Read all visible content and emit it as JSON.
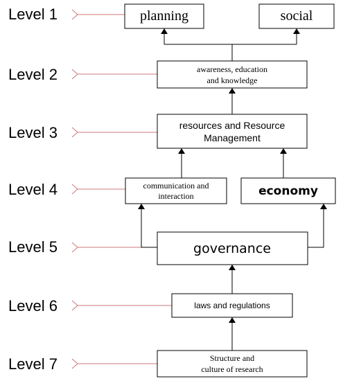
{
  "levels": [
    "Level 1",
    "Level 2",
    "Level 3",
    "Level 4",
    "Level 5",
    "Level 6",
    "Level 7"
  ],
  "nodes": {
    "planning": {
      "lines": [
        "planning"
      ]
    },
    "social": {
      "lines": [
        "social"
      ]
    },
    "awareness": {
      "lines": [
        "awareness, education",
        "and knowledge"
      ]
    },
    "resources": {
      "lines": [
        "resources and Resource",
        "Management"
      ]
    },
    "communication": {
      "lines": [
        "communication and",
        "interaction"
      ]
    },
    "economy": {
      "lines": [
        "economy"
      ]
    },
    "governance": {
      "lines": [
        "governance"
      ]
    },
    "laws": {
      "lines": [
        "laws and regulations"
      ]
    },
    "research": {
      "lines": [
        "Structure and",
        "culture of research"
      ]
    }
  },
  "colors": {
    "connector": "#cc7777",
    "stroke": "#000000"
  }
}
